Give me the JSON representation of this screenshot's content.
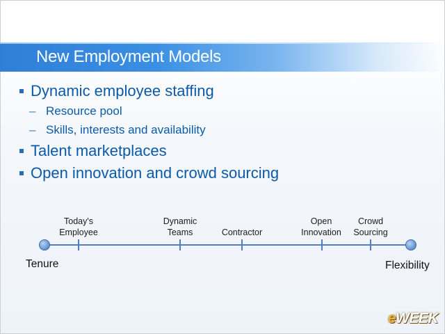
{
  "slide": {
    "title": "New Employment Models",
    "bullets": [
      {
        "text": "Dynamic employee staffing",
        "level": 1
      },
      {
        "text": "Resource pool",
        "level": 2
      },
      {
        "text": "Skills, interests and availability",
        "level": 2
      },
      {
        "text": "Talent marketplaces",
        "level": 1
      },
      {
        "text": "Open innovation and crowd sourcing",
        "level": 1
      }
    ],
    "dash": "–"
  },
  "timeline": {
    "start_label": "Tenure",
    "end_label": "Flexibility",
    "points": [
      {
        "line1": "Today's",
        "line2": "Employee"
      },
      {
        "line1": "Dynamic",
        "line2": "Teams"
      },
      {
        "line1": "",
        "line2": "Contractor"
      },
      {
        "line1": "Open",
        "line2": "Innovation"
      },
      {
        "line1": "Crowd",
        "line2": "Sourcing"
      }
    ]
  },
  "watermark": {
    "logo_text": "eWEEK"
  },
  "colors": {
    "banner": "#3a8fe3",
    "bullet_text": "#0b5aa8",
    "timeline_line": "#4f7fbf"
  }
}
